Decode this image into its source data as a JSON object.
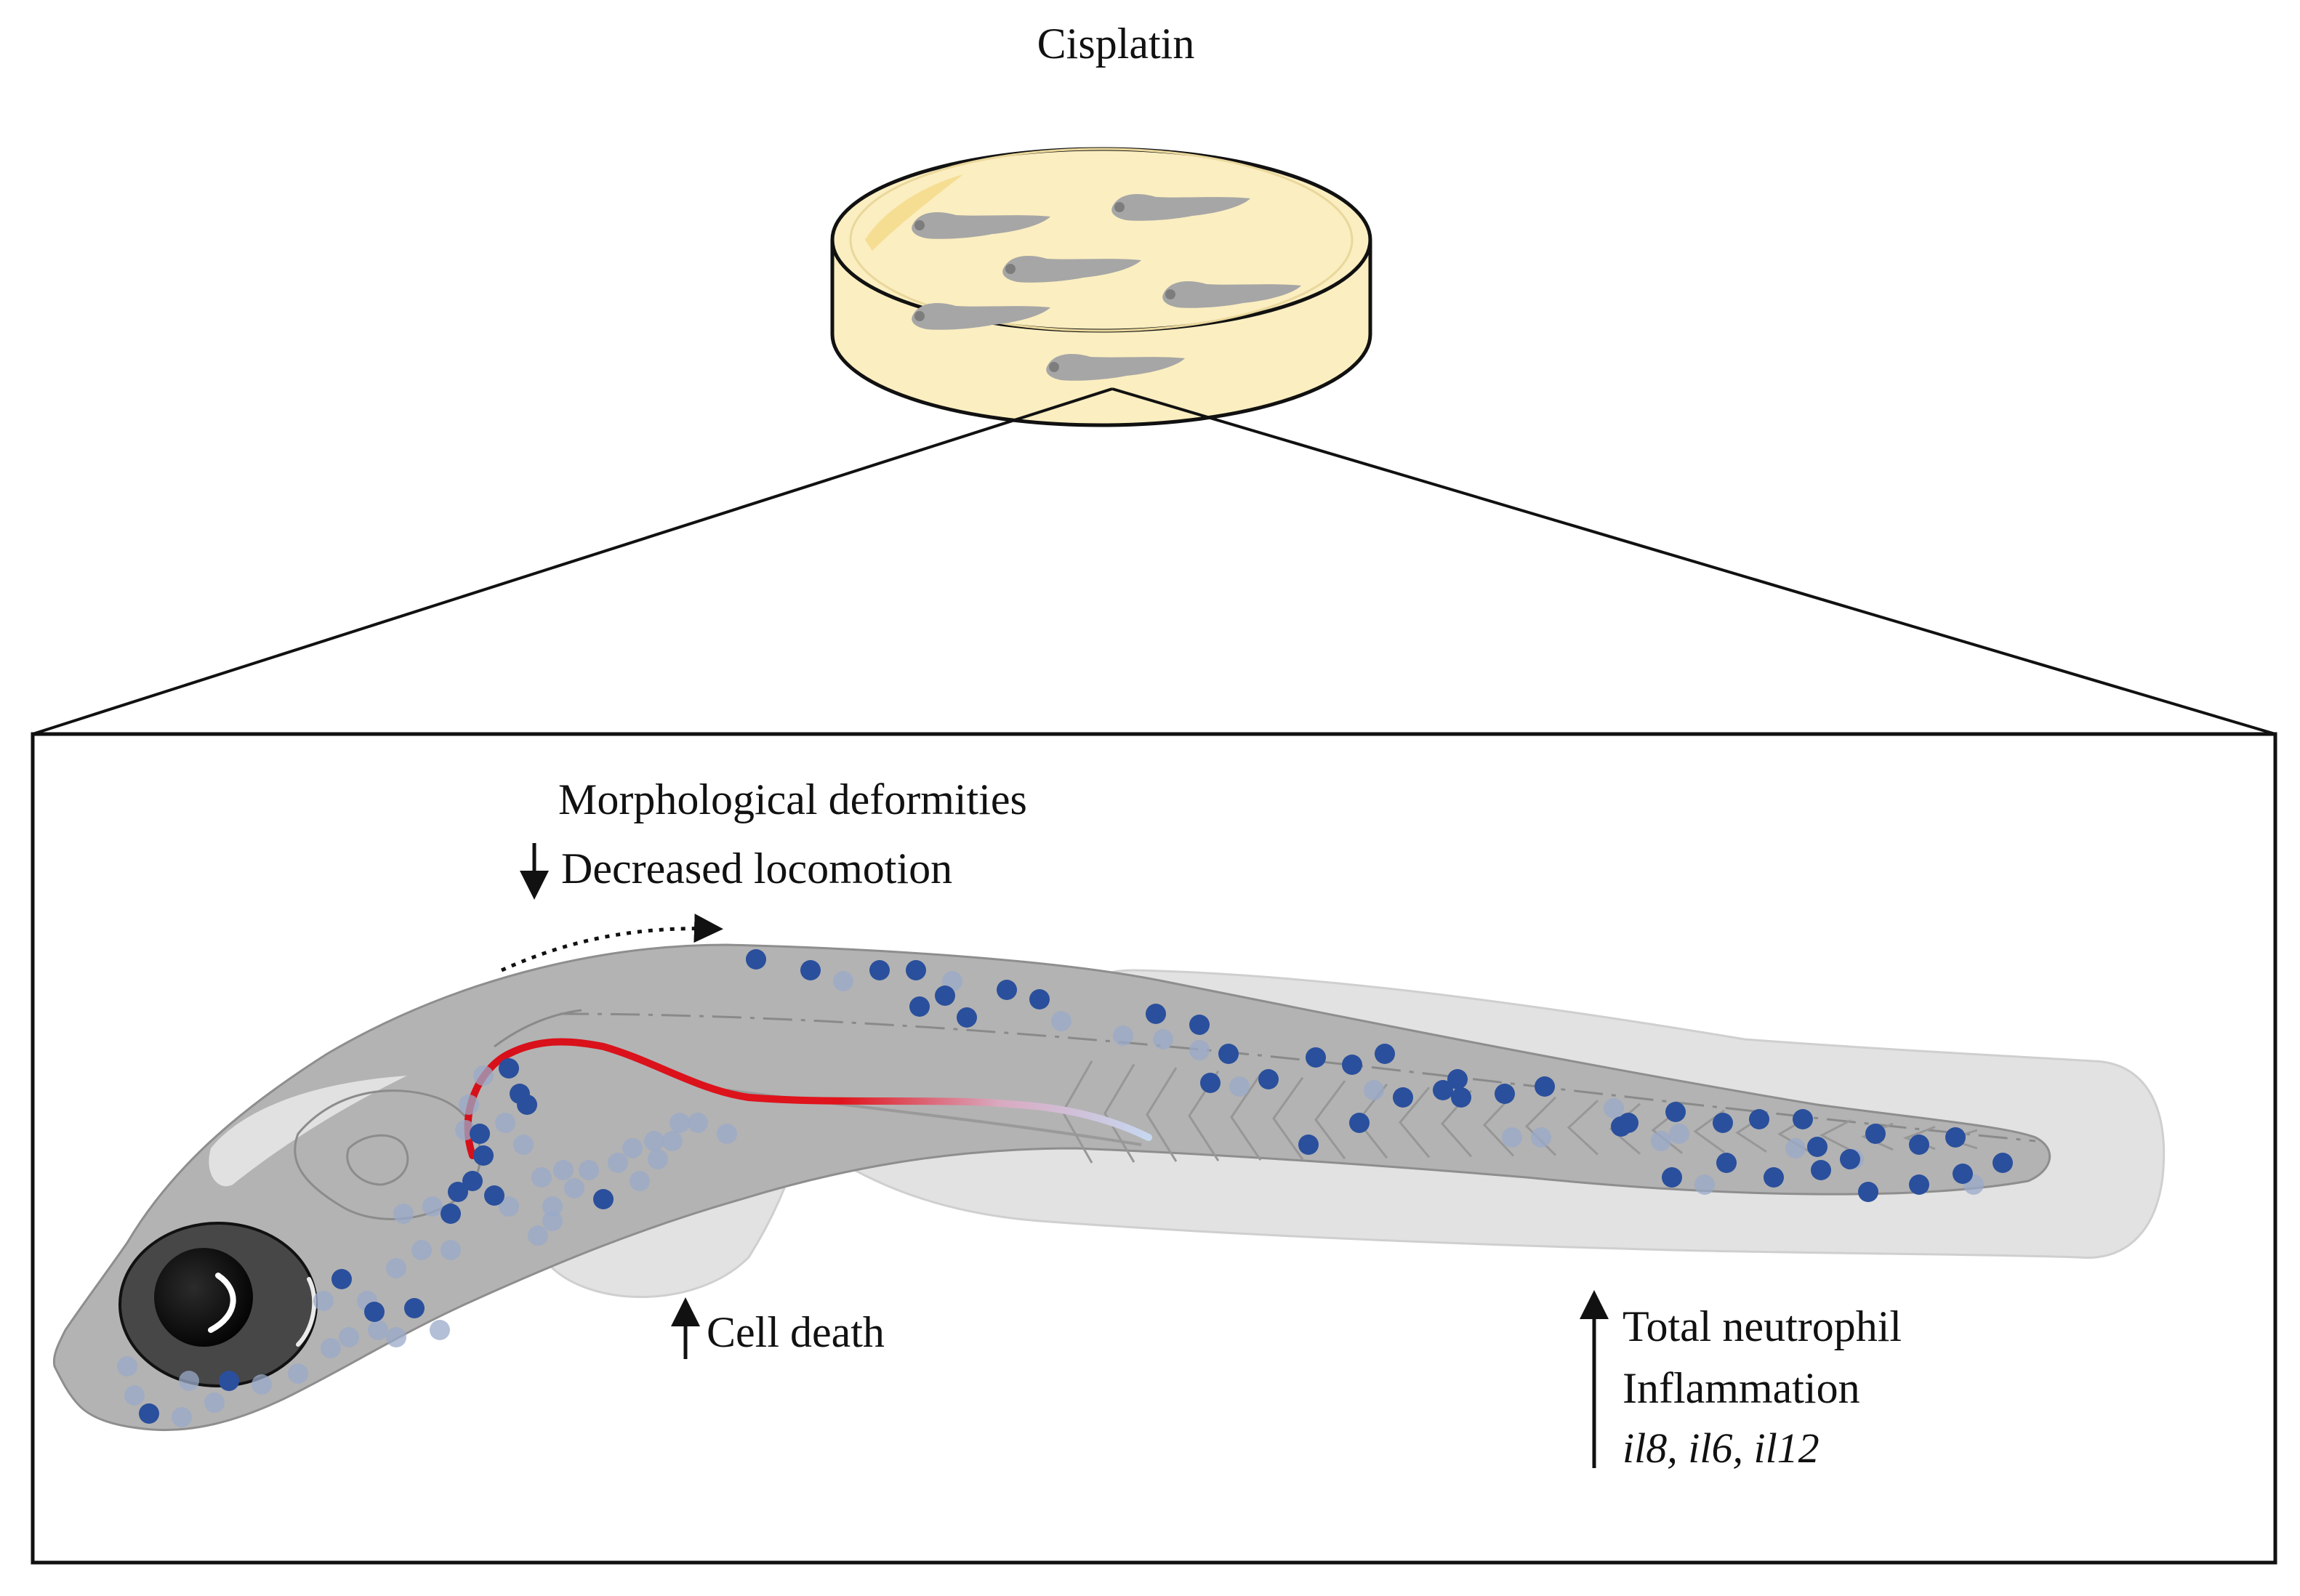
{
  "title": "Cisplatin",
  "annotations": {
    "morphology": "Morphological deformities",
    "locomotion": "Decreased locomotion",
    "cell_death": "Cell death",
    "neutrophil": "Total neutrophil",
    "inflammation": "Inflammation",
    "cytokines": "il8, il6, il12"
  },
  "arrows": {
    "locomotion": "down",
    "cell_death": "up",
    "inflammation": "up"
  },
  "colors": {
    "dish_fill": "#fbeec0",
    "dish_highlight": "#f3d98a",
    "larva_in_dish": "#a6a6a6",
    "fish_body": "#b3b3b3",
    "fin": "#e2e2e2",
    "neutrophil_bright": "#2a4f9c",
    "neutrophil_faint": "#9aa9c8",
    "vessel_start": "#e0141c",
    "vessel_end": "#c7d7f0",
    "outline": "#111111"
  }
}
